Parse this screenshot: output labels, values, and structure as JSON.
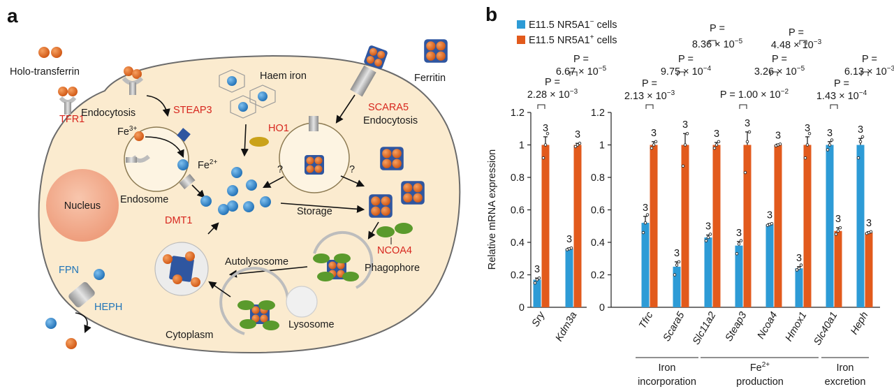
{
  "panel_a": {
    "letter": "a",
    "labels": {
      "holo_transferrin": "Holo-transferrin",
      "tfr1": "TFR1",
      "endocytosis_left": "Endocytosis",
      "fe3": "Fe",
      "fe3_sup": "3+",
      "steap3": "STEAP3",
      "fe2": "Fe",
      "fe2_sup": "2+",
      "endosome": "Endosome",
      "dmt1": "DMT1",
      "nucleus": "Nucleus",
      "haem_iron": "Haem iron",
      "ho1": "HO1",
      "q1": "?",
      "q2": "?",
      "scara5": "SCARA5",
      "endocytosis_right": "Endocytosis",
      "ferritin": "Ferritin",
      "storage": "Storage",
      "ncoa4": "NCOA4",
      "phagophore": "Phagophore",
      "autolysosome": "Autolysosome",
      "lysosome": "Lysosome",
      "cytoplasm": "Cytoplasm",
      "fpn": "FPN",
      "heph": "HEPH"
    },
    "colors": {
      "cell": "#fbebcf",
      "cell_border": "#6b6b6b",
      "iron_orange": "#e06a1f",
      "iron_blue": "#2e7fc3",
      "ferritin_shell": "#2f56a0",
      "nucleus": "#f4b395",
      "ncoa4_green": "#5a9a2c",
      "ho1_gold": "#caa21a"
    }
  },
  "panel_b": {
    "letter": "b",
    "legend": [
      {
        "text": "E11.5 NR5A1",
        "sup": "−",
        "tail": " cells",
        "color": "#2d9bd6"
      },
      {
        "text": "E11.5 NR5A1",
        "sup": "+",
        "tail": " cells",
        "color": "#e25a1c"
      }
    ],
    "pvalues": [
      {
        "gene": "Sry",
        "l1": "P =",
        "l2": "2.28 × 10",
        "exp": "−3"
      },
      {
        "gene": "Kdm3a",
        "l1": "P =",
        "l2": "6.67 × 10",
        "exp": "−5"
      },
      {
        "gene": "Tfrc",
        "l1": "P =",
        "l2": "2.13 × 10",
        "exp": "−3"
      },
      {
        "gene": "Scara5",
        "l1": "P =",
        "l2": "9.75 × 10",
        "exp": "−4"
      },
      {
        "gene": "Slc11a2",
        "l1": "P =",
        "l2": "8.36 × 10",
        "exp": "−5"
      },
      {
        "gene": "Steap3",
        "l1": "",
        "l2": "P = 1.00 × 10",
        "exp": "−2"
      },
      {
        "gene": "Ncoa4",
        "l1": "P =",
        "l2": "3.26 × 10",
        "exp": "−5"
      },
      {
        "gene": "Hmox1",
        "l1": "P =",
        "l2": "4.48 × 10",
        "exp": "−3"
      },
      {
        "gene": "Slc40a1",
        "l1": "P =",
        "l2": "1.43 × 10",
        "exp": "−4"
      },
      {
        "gene": "Heph",
        "l1": "P =",
        "l2": "6.13 × 10",
        "exp": "−3"
      }
    ],
    "groups": [
      {
        "line1": "Iron",
        "line2": "incorporation"
      },
      {
        "line1": "Fe",
        "sup": "2+",
        "line2": "production"
      },
      {
        "line1": "Iron",
        "line2": "excretion"
      }
    ]
  },
  "chart_data": {
    "type": "bar",
    "ylabel": "Relative mRNA expression",
    "ylim": [
      0,
      1.2
    ],
    "yticks": [
      "0",
      "0.2",
      "0.4",
      "0.6",
      "0.8",
      "1",
      "1.2"
    ],
    "categories": [
      "Sry",
      "Kdm3a",
      "Tfrc",
      "Scara5",
      "Slc11a2",
      "Steap3",
      "Ncoa4",
      "Hmox1",
      "Slc40a1",
      "Heph"
    ],
    "n_label": "3",
    "series": [
      {
        "name": "E11.5 NR5A1− cells",
        "color": "#2d9bd6",
        "values": [
          0.17,
          0.36,
          0.52,
          0.25,
          0.43,
          0.38,
          0.51,
          0.24,
          1.0,
          1.0
        ],
        "errors": [
          0.01,
          0.005,
          0.04,
          0.03,
          0.015,
          0.025,
          0.005,
          0.01,
          0.02,
          0.04
        ]
      },
      {
        "name": "E11.5 NR5A1+ cells",
        "color": "#e25a1c",
        "values": [
          1.0,
          1.0,
          1.0,
          1.0,
          1.0,
          1.0,
          1.0,
          1.0,
          0.47,
          0.46
        ],
        "errors": [
          0.05,
          0.01,
          0.02,
          0.07,
          0.015,
          0.08,
          0.005,
          0.05,
          0.02,
          0.005
        ]
      }
    ],
    "points": {
      "minus": [
        [
          0.15,
          0.17,
          0.18
        ],
        [
          0.355,
          0.36,
          0.365
        ],
        [
          0.46,
          0.52,
          0.57
        ],
        [
          0.2,
          0.26,
          0.28
        ],
        [
          0.41,
          0.43,
          0.45
        ],
        [
          0.33,
          0.39,
          0.41
        ],
        [
          0.505,
          0.51,
          0.515
        ],
        [
          0.23,
          0.24,
          0.26
        ],
        [
          0.97,
          1.0,
          1.03
        ],
        [
          0.92,
          1.02,
          1.05
        ]
      ],
      "plus": [
        [
          0.92,
          1.0,
          1.07
        ],
        [
          0.99,
          1.0,
          1.01
        ],
        [
          0.98,
          1.0,
          1.02
        ],
        [
          0.87,
          1.0,
          1.07
        ],
        [
          0.98,
          1.0,
          1.02
        ],
        [
          0.83,
          1.02,
          1.08
        ],
        [
          0.995,
          1.0,
          1.005
        ],
        [
          0.92,
          1.0,
          1.07
        ],
        [
          0.45,
          0.47,
          0.49
        ],
        [
          0.455,
          0.46,
          0.465
        ]
      ]
    }
  }
}
